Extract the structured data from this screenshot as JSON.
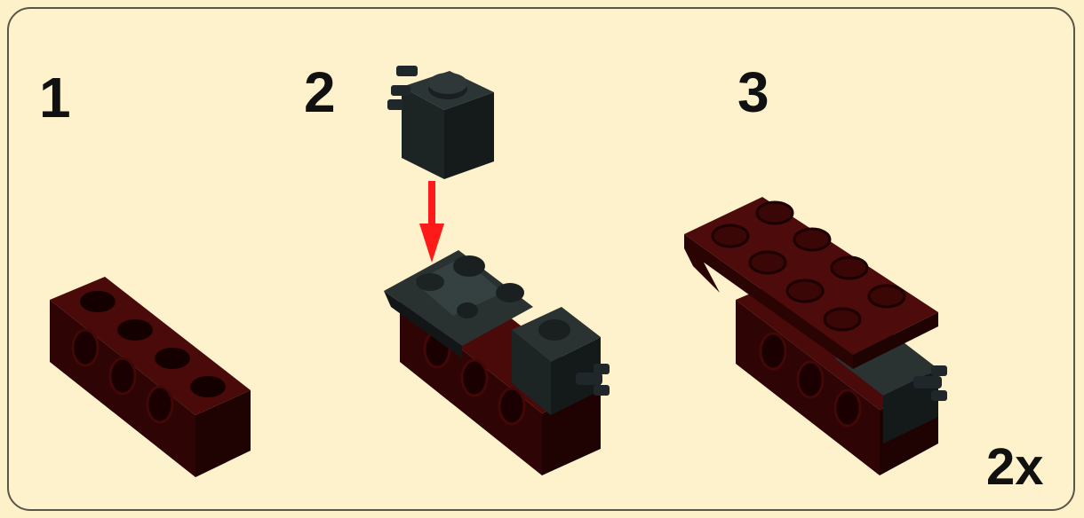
{
  "steps": [
    {
      "number": "1"
    },
    {
      "number": "2"
    },
    {
      "number": "3"
    }
  ],
  "multiplier": "2x",
  "colors": {
    "background": "#fdf2cc",
    "dark_red_brick": "#3a0606",
    "black_brick": "#1e2424",
    "arrow": "#ff1a1a"
  }
}
